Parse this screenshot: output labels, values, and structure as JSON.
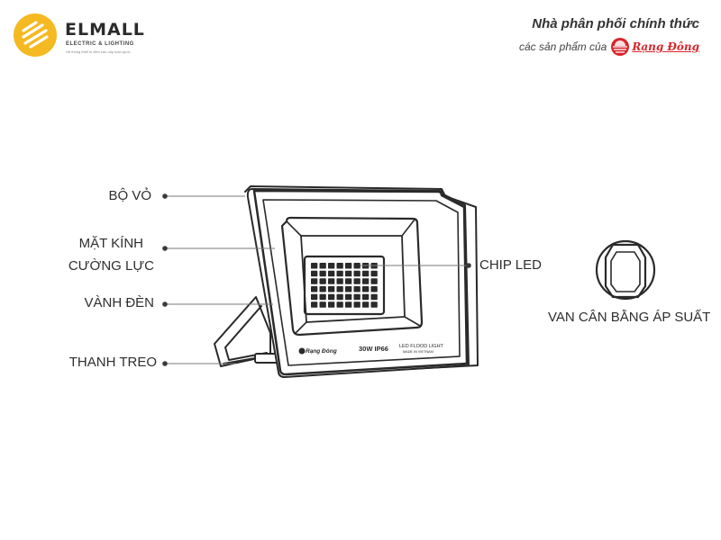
{
  "header": {
    "logo": {
      "brand": "ELMALL",
      "subtitle": "ELECTRIC & LIGHTING",
      "tagline": "Hệ thống thiết bị điện cao cấp toàn quốc"
    },
    "distributor": {
      "title": "Nhà phân phối chính thức",
      "subtitle": "các sản phẩm của",
      "brand": "Rạng Đông"
    }
  },
  "diagram": {
    "callouts": {
      "bo_vo": "BỘ VỎ",
      "mat_kinh_line1": "MẶT KÍNH",
      "mat_kinh_line2": "CƯỜNG LỰC",
      "vanh_den": "VÀNH ĐÈN",
      "thanh_treo": "THANH TREO",
      "chip_led": "CHIP LED",
      "van_can_bang": "VAN CÂN BẰNG ÁP SUẤT"
    },
    "product_markings": {
      "brand": "Rạng Đông",
      "spec": "30W IP66",
      "type": "LED FLOOD LIGHT",
      "origin": "MADE IN VIETNAM"
    },
    "led_grid": {
      "rows": 6,
      "cols": 8
    },
    "colors": {
      "line": "#2a2a2a",
      "accent_yellow": "#f5b921",
      "brand_red": "#d7262b"
    }
  }
}
